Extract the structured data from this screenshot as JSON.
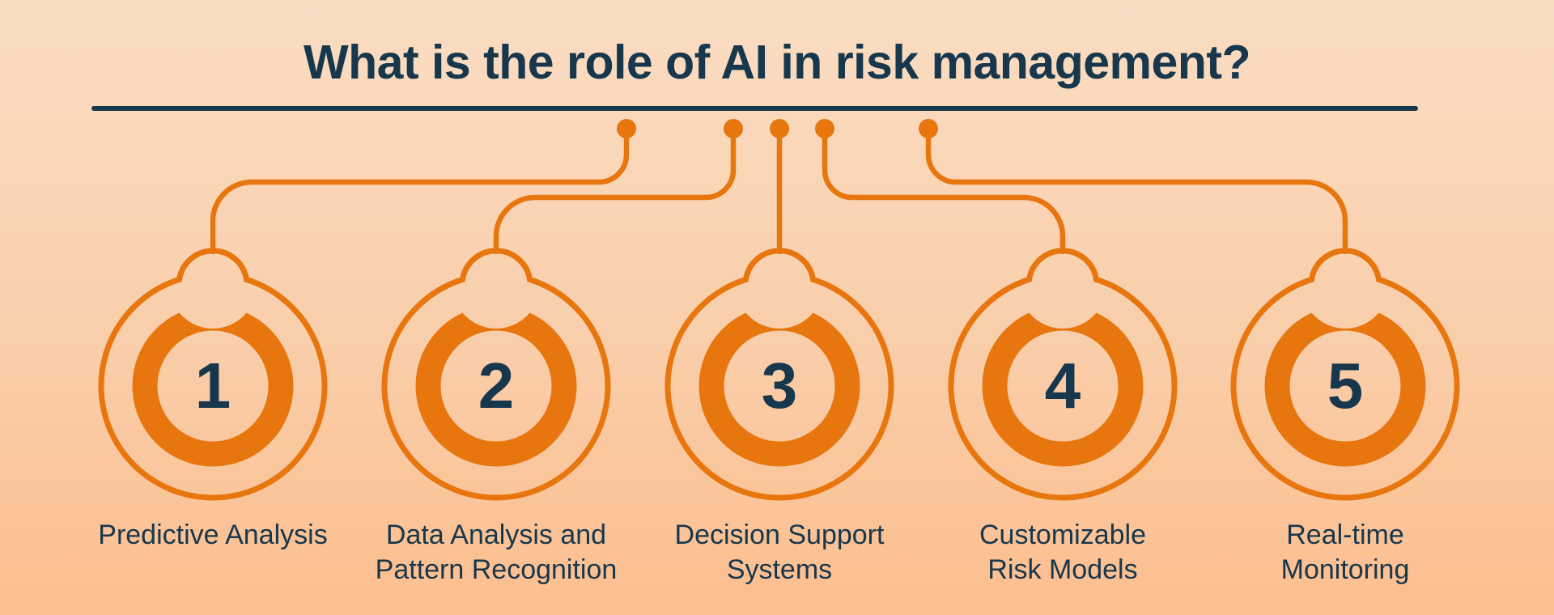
{
  "title": "What is the role of AI in risk management?",
  "colors": {
    "orange": "#E8760E",
    "navy": "#17374D",
    "bg_top": "#FBDDC3",
    "bg_mid": "#F9CFAC",
    "bg_bottom": "#FCBE8E"
  },
  "items": [
    {
      "number": "1",
      "label": "Predictive Analysis"
    },
    {
      "number": "2",
      "label": "Data Analysis and\nPattern Recognition"
    },
    {
      "number": "3",
      "label": "Decision Support\nSystems"
    },
    {
      "number": "4",
      "label": "Customizable\nRisk Models"
    },
    {
      "number": "5",
      "label": "Real-time\nMonitoring"
    }
  ]
}
